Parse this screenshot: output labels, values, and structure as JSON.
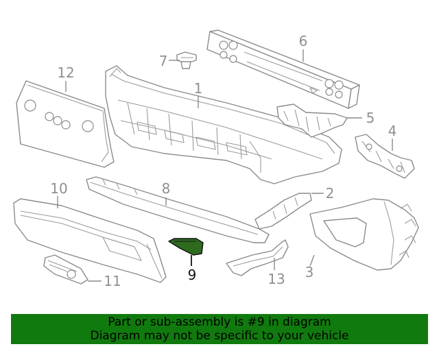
{
  "highlight": {
    "part_number": "9",
    "color": "#2e6b1f"
  },
  "callouts": {
    "c1": "1",
    "c2": "2",
    "c3": "3",
    "c4": "4",
    "c5": "5",
    "c6": "6",
    "c7": "7",
    "c8": "8",
    "c9": "9",
    "c10": "10",
    "c11": "11",
    "c12": "12",
    "c13": "13"
  },
  "banner": {
    "line1": "Part or sub-assembly is #9 in diagram",
    "line2": "Diagram may not be specific to your vehicle",
    "background": "#117a0e"
  }
}
